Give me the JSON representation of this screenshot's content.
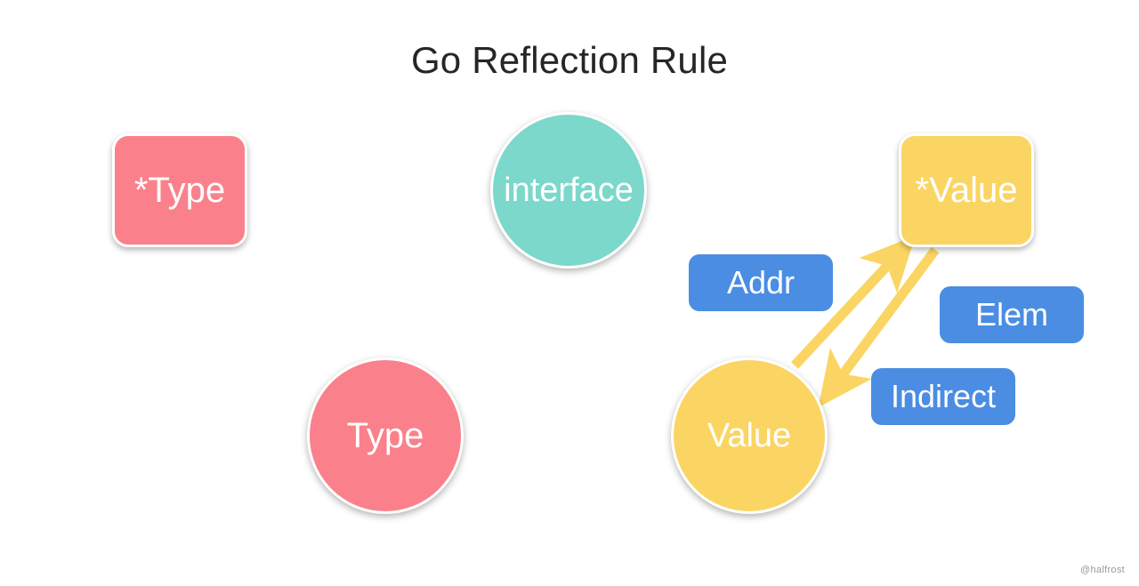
{
  "page": {
    "title": "Go Reflection Rule",
    "background_color": "#ffffff",
    "watermark": "@halfrost"
  },
  "palette": {
    "pink": "#FA818B",
    "teal": "#7BD8CB",
    "yellow": "#FBD563",
    "blue": "#4A8DE3",
    "title_text": "#262626",
    "node_text": "#ffffff",
    "arrow": "#FBD563",
    "watermark_text": "#9a9a9a"
  },
  "nodes": {
    "ptr_type": {
      "label": "*Type",
      "shape": "rounded-rect",
      "color": "#FA818B"
    },
    "interface": {
      "label": "interface",
      "shape": "circle",
      "color": "#7BD8CB"
    },
    "ptr_value": {
      "label": "*Value",
      "shape": "rounded-rect",
      "color": "#FBD563"
    },
    "type": {
      "label": "Type",
      "shape": "circle",
      "color": "#FA818B"
    },
    "value": {
      "label": "Value",
      "shape": "circle",
      "color": "#FBD563"
    }
  },
  "edge_labels": {
    "addr": {
      "label": "Addr",
      "color": "#4A8DE3"
    },
    "elem": {
      "label": "Elem",
      "color": "#4A8DE3"
    },
    "indirect": {
      "label": "Indirect",
      "color": "#4A8DE3"
    }
  },
  "edges": [
    {
      "from": "value",
      "to": "ptr_value",
      "label": "Addr",
      "color": "#FBD563",
      "direction": "up-right"
    },
    {
      "from": "ptr_value",
      "to": "value",
      "label": "Elem / Indirect",
      "color": "#FBD563",
      "direction": "down-left"
    }
  ]
}
